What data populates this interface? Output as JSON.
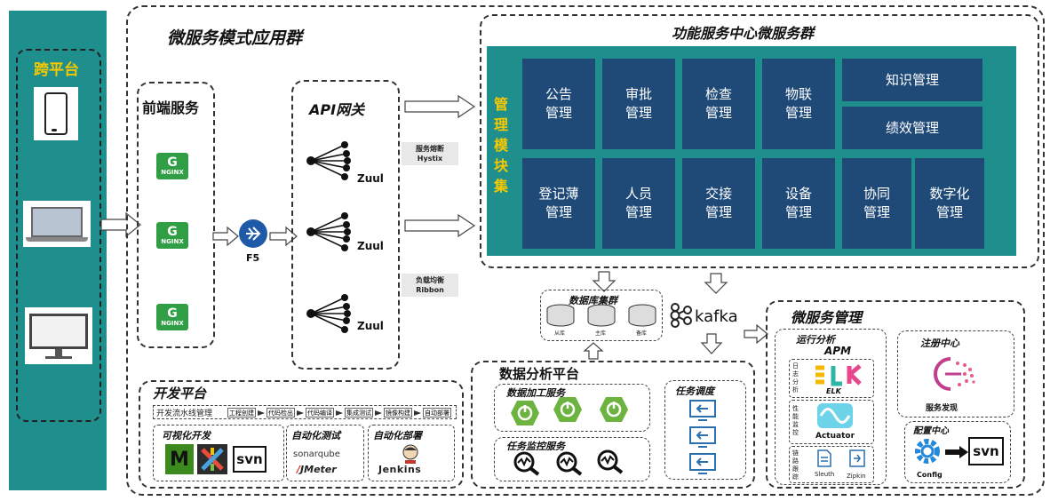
{
  "left_panel": {
    "title": "跨平台"
  },
  "app_group": {
    "title": "微服务模式应用群"
  },
  "frontend": {
    "title": "前端服务",
    "nginx_label": "NGINX"
  },
  "f5": {
    "label": "F5"
  },
  "gateway": {
    "title": "API网关",
    "zuul_label": "Zuul"
  },
  "gateway_chips": [
    {
      "line1": "服务熔断",
      "line2": "Hystix"
    },
    {
      "line1": "负载均衡",
      "line2": "Ribbon"
    }
  ],
  "function_center": {
    "title": "功能服务中心微服务群",
    "side_label": "管理模块集",
    "modules_row1": [
      "公告\n管理",
      "审批\n管理",
      "检查\n管理",
      "物联\n管理"
    ],
    "modules_row2": [
      "登记薄\n管理",
      "人员\n管理",
      "交接\n管理",
      "设备\n管理"
    ],
    "knowledge": "知识管理",
    "performance": "绩效管理",
    "collab": "协同\n管理",
    "digital": "数字化\n管理"
  },
  "db_cluster": {
    "title": "数据库集群",
    "db_labels": [
      "从库",
      "主库",
      "备库"
    ]
  },
  "kafka": {
    "label": "kafka"
  },
  "microservice_mgmt": {
    "title": "微服务管理",
    "runtime_title": "运行分析",
    "apm": "APM",
    "log_label": "日志分析",
    "elk": "ELK",
    "perf_label": "性能监控",
    "actuator": "Actuator",
    "trace_label": "链路跟踪",
    "sleuth": "Sleuth",
    "zipkin": "Zipkin",
    "registry_title": "注册中心",
    "discovery": "服务发现",
    "config_title": "配置中心",
    "config_label": "Config",
    "svn": "svn"
  },
  "data_platform": {
    "title": "数据分析平台",
    "processing": "数据加工服务",
    "monitoring": "任务监控服务",
    "scheduling": "任务调度"
  },
  "dev_platform": {
    "title": "开发平台",
    "pipeline_label": "开发流水线管理",
    "steps": [
      "工程创建",
      "代码检出",
      "代码编译",
      "集成测试",
      "镜像构建",
      "自动部署"
    ],
    "visual_dev": "可视化开发",
    "auto_test": "自动化测试",
    "auto_deploy": "自动化部署",
    "sonar": "sonarqube",
    "jmeter": "JMeter",
    "jenkins": "Jenkins",
    "svn": "svn",
    "m_logo": "M"
  }
}
